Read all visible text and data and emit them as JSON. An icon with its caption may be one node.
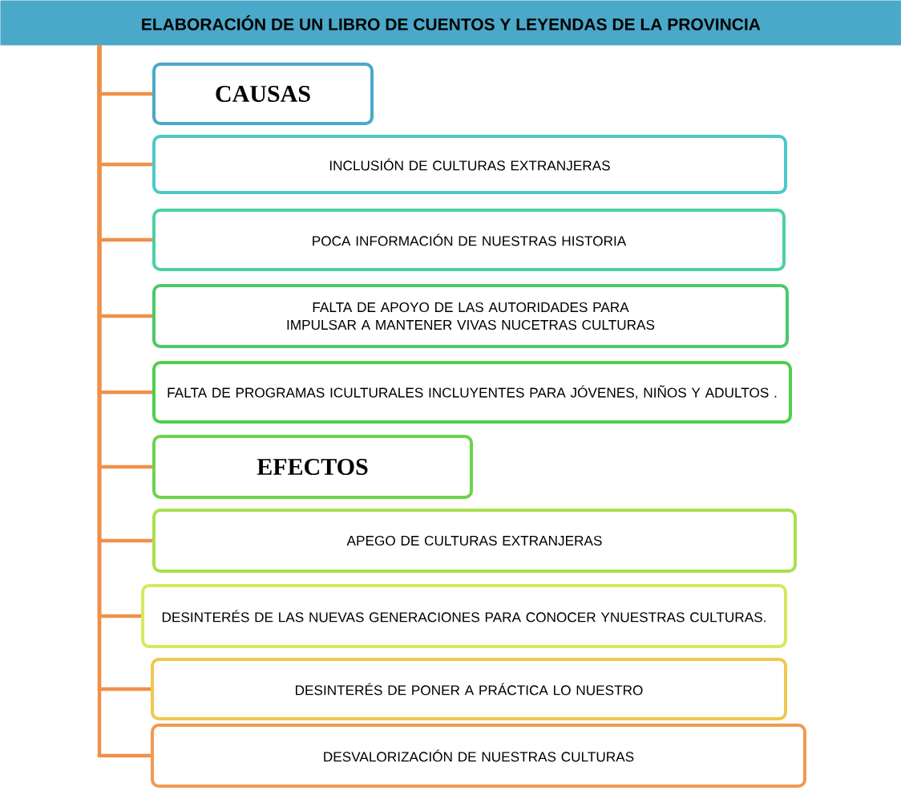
{
  "diagram": {
    "nodes": [
      {
        "text": [
          "ELABORACIÓN DE UN LIBRO DE CUENTOS Y LEYENDAS DE LA PROVINCIA"
        ]
      },
      {
        "text": [
          "CAUSAS"
        ]
      },
      {
        "text": [
          "INCLUSIÓN DE CULTURAS EXTRANJERAS"
        ]
      },
      {
        "text": [
          "POCA INFORMACIÓN DE NUESTRAS HISTORIA"
        ]
      },
      {
        "text": [
          "FALTA DE APOYO DE LAS AUTORIDADES PARA IMPULSAR A MANTENER VIVAS NUCETRAS CULTURAS"
        ]
      },
      {
        "text": [
          "FALTA DE PROGRAMAS ICULTURALES INCLUYENTES PARA JÓVENES, NIÑOS Y ADULTOS ."
        ]
      },
      {
        "text": [
          "EFECTOS"
        ]
      },
      {
        "text": [
          "APEGO DE CULTURAS EXTRANJERAS"
        ]
      },
      {
        "text": [
          "DESINTERÉS DE LAS NUEVAS GENERACIONES PARA CONOCER YNUESTRAS CULTURAS."
        ]
      },
      {
        "text": [
          "DESINTERÉS DE PONER A PRÁCTICA LO NUESTRO"
        ]
      },
      {
        "text": [
          "DESVALORIZACIÓN DE NUESTRAS CULTURAS"
        ]
      }
    ],
    "edges": [
      {
        "from": 0,
        "to": 1,
        "arrow": "none"
      },
      {
        "from": 0,
        "to": 2,
        "arrow": "none"
      },
      {
        "from": 0,
        "to": 3,
        "arrow": "none"
      },
      {
        "from": 0,
        "to": 4,
        "arrow": "none"
      },
      {
        "from": 0,
        "to": 5,
        "arrow": "none"
      },
      {
        "from": 0,
        "to": 6,
        "arrow": "none"
      },
      {
        "from": 0,
        "to": 7,
        "arrow": "none"
      },
      {
        "from": 0,
        "to": 8,
        "arrow": "none"
      },
      {
        "from": 0,
        "to": 9,
        "arrow": "none"
      },
      {
        "from": 0,
        "to": 10,
        "arrow": "none"
      }
    ]
  }
}
